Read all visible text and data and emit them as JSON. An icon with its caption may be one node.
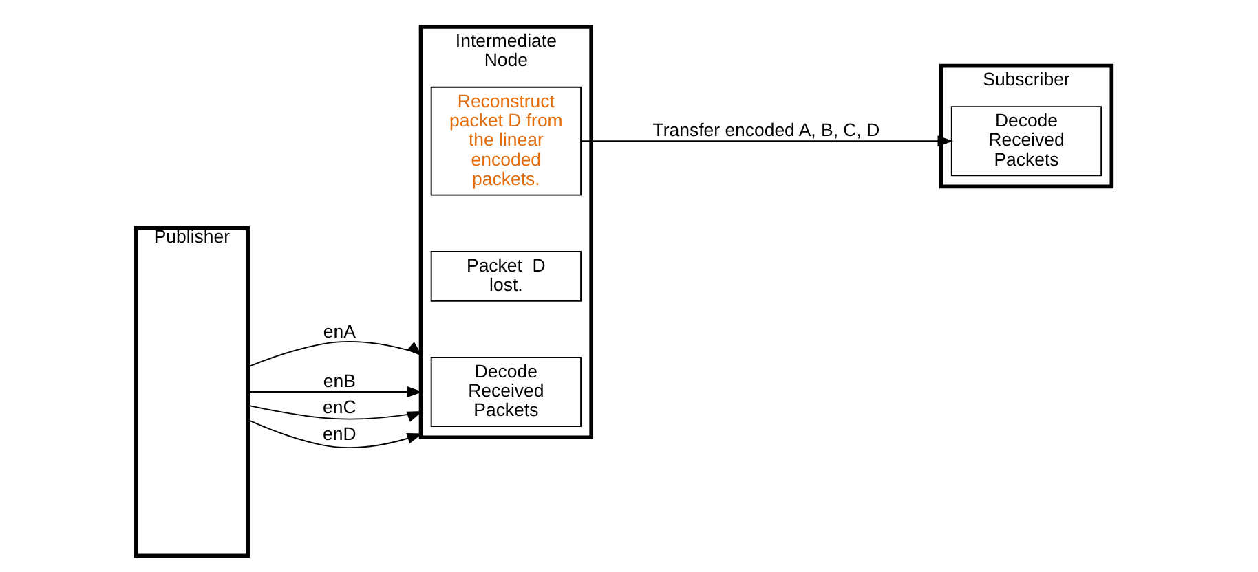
{
  "diagram": {
    "nodes": [
      {
        "text": [
          "Publisher"
        ]
      },
      {
        "text": [
          "Intermediate Node"
        ]
      },
      {
        "text": [
          "Decode Received Packets"
        ],
        "in": 1
      },
      {
        "text": [
          "Packet  D lost."
        ],
        "in": 1
      },
      {
        "text": [
          "Reconstruct packet D from the linear encoded packets."
        ],
        "in": 1
      },
      {
        "text": [
          "Subscriber"
        ]
      },
      {
        "text": [
          "Decode Received Packets"
        ],
        "in": 5
      }
    ],
    "edges": [
      {
        "from": 0,
        "to": 1,
        "arrow": "to",
        "label": "enA"
      },
      {
        "from": 0,
        "to": 1,
        "arrow": "to",
        "label": "enB"
      },
      {
        "from": 0,
        "to": 1,
        "arrow": "to",
        "label": "enC"
      },
      {
        "from": 0,
        "to": 1,
        "arrow": "to",
        "label": "enD"
      },
      {
        "from": 4,
        "to": 6,
        "arrow": "to",
        "label": "Transfer encoded A, B, C, D"
      }
    ]
  }
}
